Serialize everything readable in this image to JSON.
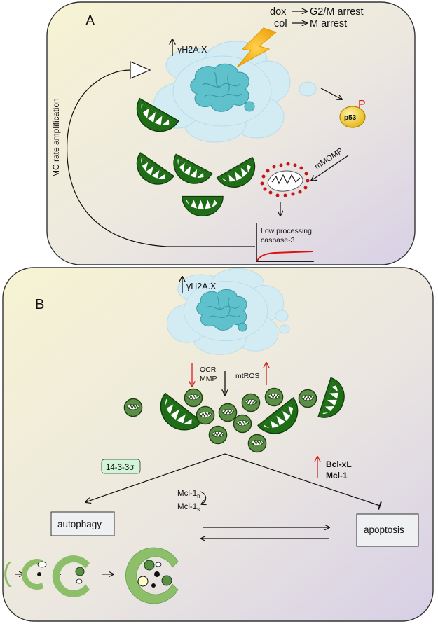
{
  "panel_a": {
    "label": "A",
    "gamma_h2ax": "γH2A.X",
    "dox_label": "dox",
    "dox_effect": "G2/M arrest",
    "col_label": "col",
    "col_effect": "M arrest",
    "p53_label": "p53",
    "phospho_label": "P",
    "mmomp_label": "mMOMP",
    "cycle_label": "MC rate  amplification",
    "caspase_line1": "Low processing",
    "caspase_line2": "caspase-3"
  },
  "panel_b": {
    "label": "B",
    "gamma_h2ax": "γH2A.X",
    "ocr_label": "OCR",
    "mmp_label": "MMP",
    "mtros_label": "mtROS",
    "protein_1433": "14-3-3σ",
    "bclxl_label": "Bcl-xL",
    "mcl1_label": "Mcl-1",
    "mcl1h_base": "Mcl-1",
    "mcl1h_sub": "h",
    "mcl1s_base": "Mcl-1",
    "mcl1s_sub": "s",
    "autophagy_label": "autophagy",
    "apoptosis_label": "apoptosis"
  },
  "colors": {
    "mito_green": "#1f6e17",
    "light_green": "#8dbf6a",
    "nucleus_light": "#d3ecf4",
    "nucleus_dark": "#5fc1cb",
    "arrow_red": "#d42020",
    "p53_yellow": "#f0c81e",
    "caspase_red": "#e01010"
  }
}
